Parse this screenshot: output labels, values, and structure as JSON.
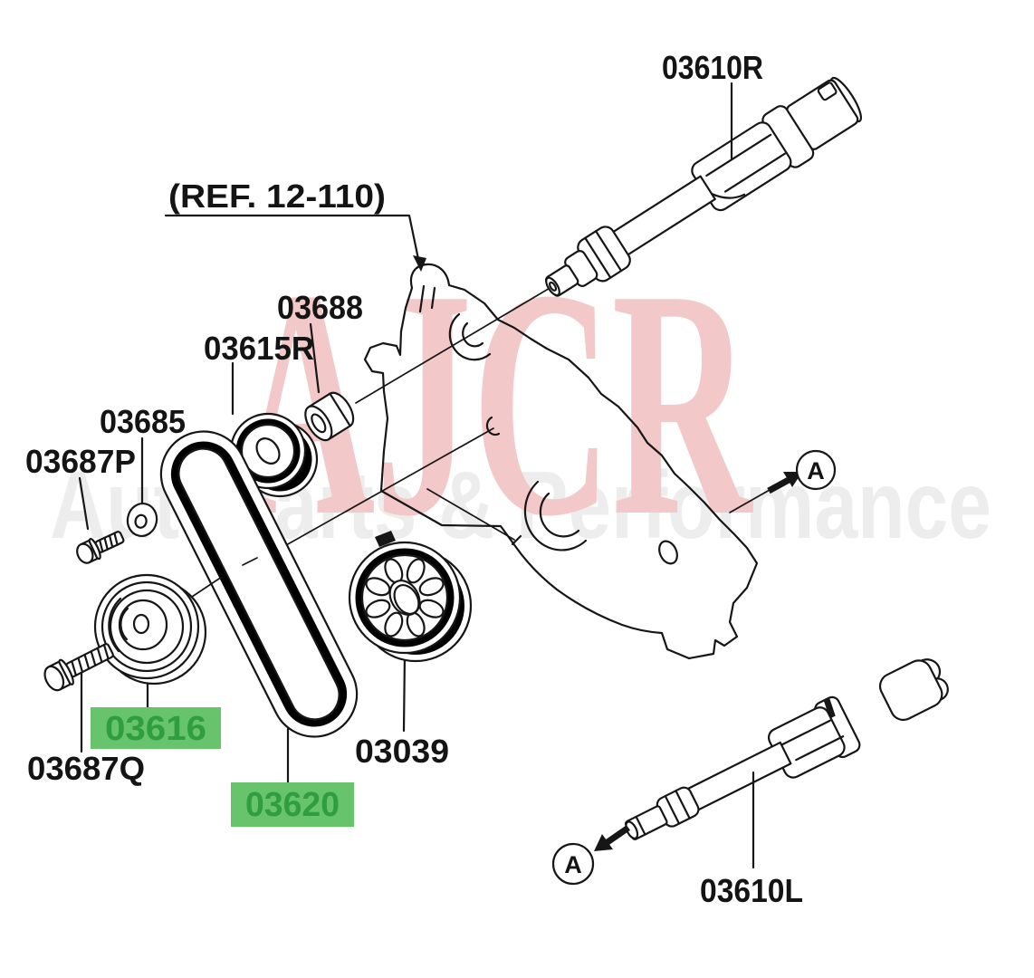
{
  "watermark": {
    "brand": "AJCR",
    "tagline": "Autoparts & Performance",
    "brand_color": "#f3c8c8",
    "tagline_color": "#ededed"
  },
  "reference": {
    "label": "(REF. 12-110)"
  },
  "view_marker": {
    "label": "A"
  },
  "highlight": {
    "box_color": "#68c46c",
    "text_color": "#2f9e3f",
    "parts": [
      "03616",
      "03620"
    ]
  },
  "parts": {
    "shaft_right": "03610R",
    "spacer": "03688",
    "gear": "03615R",
    "washer": "03685",
    "bolt_p": "03687P",
    "tensioner": "03616",
    "bolt_q": "03687Q",
    "belt": "03620",
    "sprocket": "03039",
    "shaft_left": "03610L"
  }
}
